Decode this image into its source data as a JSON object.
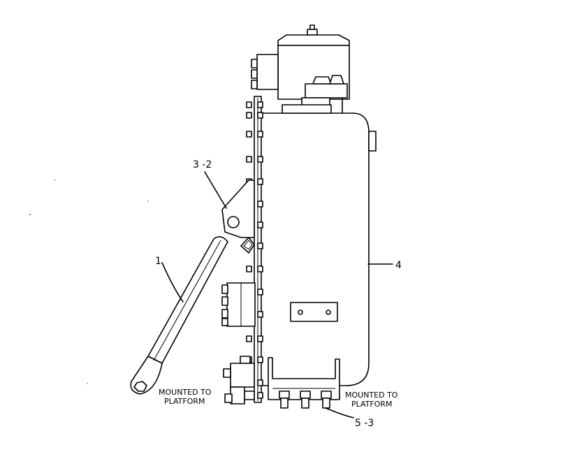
{
  "callouts": {
    "c1": "1",
    "c3_2": "3 -2",
    "c4": "4",
    "c5_3": "5 -3"
  },
  "notes": {
    "left_line1": "MOUNTED TO",
    "left_line2": "PLATFORM",
    "right_line1": "MOUNTED TO",
    "right_line2": "PLATFORM"
  },
  "colors": {
    "line": "#000000",
    "background": "#ffffff"
  }
}
